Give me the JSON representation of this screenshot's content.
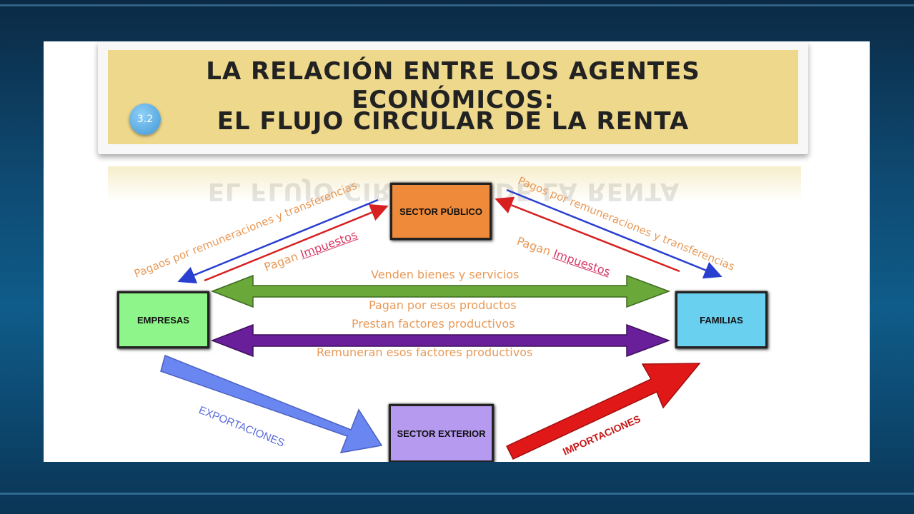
{
  "title": {
    "line1": "LA RELACIÓN ENTRE LOS AGENTES ECONÓMICOS:",
    "line2": "EL FLUJO CIRCULAR DE LA RENTA",
    "badge": "3.2"
  },
  "nodes": {
    "sector_publico": "SECTOR PÚBLICO",
    "empresas": "EMPRESAS",
    "familias": "FAMILIAS",
    "sector_exterior": "SECTOR EXTERIOR"
  },
  "flows": {
    "pagos_left": "Pagaos por remuneraciones y transferencias",
    "pagan_left_prefix": "Pagan ",
    "pagan_left_emph": "Impuestos",
    "pagos_right": "Pagos por remuneraciones y transferencias",
    "pagan_right_prefix": "Pagan ",
    "pagan_right_emph": "Impuestos",
    "venden": "Venden bienes y servicios",
    "pagan_productos": "Pagan por esos productos",
    "prestan": "Prestan factores productivos",
    "remuneran": "Remuneran esos factores productivos",
    "exportaciones": "EXPORTACIONES",
    "importaciones": "IMPORTACIONES"
  },
  "colors": {
    "title_bg": "#edd88c",
    "sector_publico": "#ef8a3a",
    "empresas": "#8ef58a",
    "familias": "#6ad0f0",
    "sector_exterior": "#b59af0",
    "green_arrow": "#6aa83a",
    "purple_arrow": "#6a1f9a",
    "export_arrow": "#6a86f0",
    "import_arrow": "#e01818",
    "label_orange": "#e89a58",
    "label_pink": "#d63a66"
  }
}
